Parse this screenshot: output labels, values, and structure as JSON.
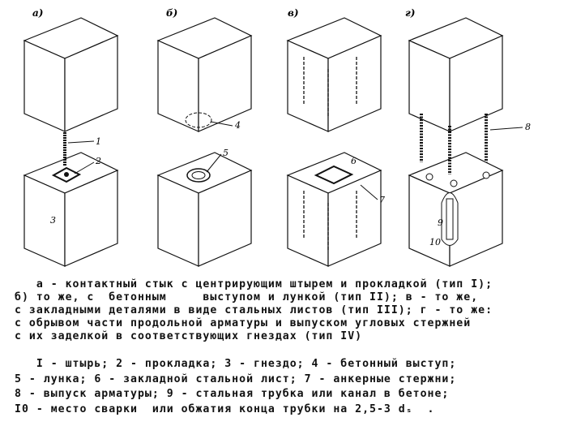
{
  "panels": [
    "а)",
    "б)",
    "в)",
    "г)"
  ],
  "callouts": [
    "1",
    "2",
    "3",
    "4",
    "5",
    "6",
    "7",
    "8",
    "9",
    "10"
  ],
  "caption": [
    "   а - контактный стык с центрирующим штырем и прокладкой (тип I);",
    "б) то же, с  бетонным     выступом и лункой (тип II); в - то же,",
    "с закладными деталями в виде стальных листов (тип III); г - то же:",
    "с обрывом части продольной арматуры и выпуском угловых стержней",
    "с их заделкой в соответствующих гнездах (тип IV)"
  ],
  "legend": [
    "   I - штырь; 2 - прокладка; 3 - гнездо; 4 - бетонный выступ;",
    "5 - лунка; 6 - закладной стальной лист; 7 - анкерные стержни;",
    "8 - выпуск арматуры; 9 - стальная трубка или канал в бетоне;",
    "I0 - место сварки  или обжатия конца трубки на 2,5-3 dₛ  ."
  ]
}
